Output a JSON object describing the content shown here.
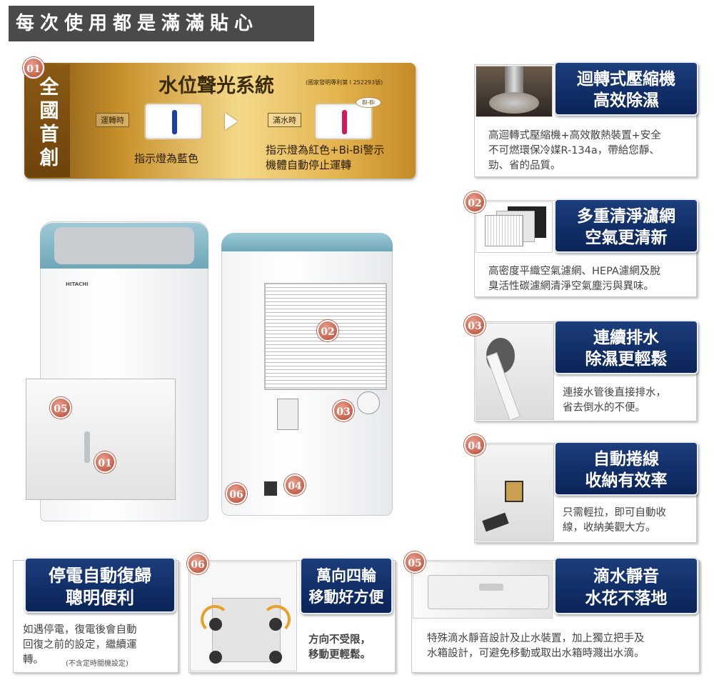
{
  "header": {
    "title": "每次使用都是滿滿貼心"
  },
  "feature_01": {
    "badge": "01",
    "side_title": [
      "全",
      "國",
      "首",
      "創"
    ],
    "title": "水位聲光系統",
    "patent": "(國家發明專利第 I 252293號)",
    "state_running_label": "運轉時",
    "state_full_label": "滿水時",
    "bubble": "Bi-Bi",
    "running_caption": "指示燈為藍色",
    "full_caption": [
      "指示燈為紅色+Bi-Bi警示",
      "機體自動停止運轉"
    ],
    "blue_color": "#1b3fa8",
    "red_color": "#d01a5a"
  },
  "compressor": {
    "title": [
      "迴轉式壓縮機",
      "高效除濕"
    ],
    "desc": [
      "高迴轉式壓縮機+高效散熱裝置+安全",
      "不可燃環保冷媒R-134a，帶給您靜、",
      "勁、省的品質。"
    ]
  },
  "feature_02": {
    "badge": "02",
    "title": [
      "多重清淨濾網",
      "空氣更清新"
    ],
    "desc": [
      "高密度平織空氣濾網、HEPA濾網及脫",
      "臭活性碳濾網清淨空氣塵污與異味。"
    ]
  },
  "feature_03": {
    "badge": "03",
    "title": [
      "連續排水",
      "除濕更輕鬆"
    ],
    "desc": [
      "連接水管後直接排水，",
      "省去倒水的不便。"
    ]
  },
  "feature_04": {
    "badge": "04",
    "title": [
      "自動捲線",
      "收納有效率"
    ],
    "desc": [
      "只需輕拉，即可自動收",
      "線，收納美觀大方。"
    ]
  },
  "power_restore": {
    "title": [
      "停電自動復歸",
      "聰明便利"
    ],
    "desc": [
      "如遇停電，復電後會自動",
      "回復之前的設定，繼續運",
      "轉。"
    ],
    "note": "(不含定時關機設定)"
  },
  "feature_06": {
    "badge": "06",
    "title": [
      "萬向四輪",
      "移動好方便"
    ],
    "desc": [
      "方向不受限，",
      "移動更輕鬆。"
    ]
  },
  "feature_05": {
    "badge": "05",
    "title": [
      "滴水靜音",
      "水花不落地"
    ],
    "desc": [
      "特殊滴水靜音設計及止水裝置，加上獨立把手及",
      "水箱設計，可避免移動或取出水箱時濺出水滴。"
    ]
  },
  "product": {
    "brand": "HITACHI",
    "callouts": [
      "05",
      "01",
      "02",
      "03",
      "06",
      "04"
    ]
  }
}
